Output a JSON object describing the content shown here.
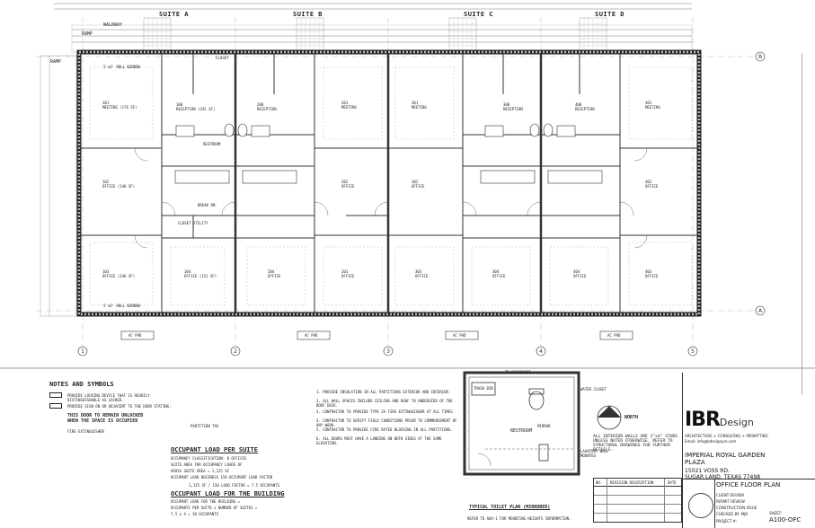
{
  "suites": [
    "SUITE A",
    "SUITE B",
    "SUITE C",
    "SUITE D"
  ],
  "top_labels": {
    "ramp": "RAMP",
    "walkway": "WALKWAY",
    "ramp_left": "RAMP"
  },
  "grid_cols": [
    "1",
    "2",
    "3",
    "4",
    "5"
  ],
  "grid_rows": [
    "B",
    "A"
  ],
  "rooms": [
    {
      "num": "101",
      "name": "MEETING (176 SF)"
    },
    {
      "num": "100",
      "name": "RECEPTION (241 SF)"
    },
    {
      "num": "200",
      "name": "RECEPTION"
    },
    {
      "num": "201",
      "name": "MEETING"
    },
    {
      "num": "301",
      "name": "MEETING"
    },
    {
      "num": "300",
      "name": "RECEPTION"
    },
    {
      "num": "400",
      "name": "RECEPTION"
    },
    {
      "num": "401",
      "name": "MEETING"
    },
    {
      "num": "102",
      "name": "OFFICE (140 SF)"
    },
    {
      "num": "202",
      "name": "OFFICE"
    },
    {
      "num": "302",
      "name": "OFFICE"
    },
    {
      "num": "402",
      "name": "OFFICE"
    },
    {
      "num": "103",
      "name": "OFFICE (146 SF)"
    },
    {
      "num": "104",
      "name": "OFFICE (151 SF)"
    },
    {
      "num": "204",
      "name": "OFFICE"
    },
    {
      "num": "203",
      "name": "OFFICE"
    },
    {
      "num": "303",
      "name": "OFFICE"
    },
    {
      "num": "304",
      "name": "OFFICE"
    },
    {
      "num": "404",
      "name": "OFFICE"
    },
    {
      "num": "403",
      "name": "OFFICE"
    }
  ],
  "misc_labels": {
    "closet": "CLOSET",
    "restroom": "RESTROOM",
    "break_rm": "BREAK RM.",
    "closet_utility": "CLOSET UTILITY",
    "ac_pad": "AC PAD",
    "window": "5'x6' ROLL WINDOW"
  },
  "notes": {
    "title": "NOTES AND SYMBOLS",
    "items": [
      "PROVIDE LOCKING DEVICE THAT IS READILY DISTINGUISHABLE AS LOCKED.",
      "PROVIDE SIGN ON OR ADJACENT TO THE DOOR STATING:",
      "THIS DOOR TO REMAIN UNLOCKED WHEN THE SPACE IS OCCUPIED",
      "FIRE EXTINGUISHER",
      "PARTITION TAG"
    ]
  },
  "occupant_suite": {
    "title": "OCCUPANT LOAD PER SUITE",
    "lines": [
      "OCCUPANCY CLASSIFICATION: B OFFICES",
      "SUITE AREA FOR OCCUPANCY LOADS OF",
      "GROSS SUITE AREA = 1,125 SF",
      "OCCUPANT LOAD BUSINESS 150 OCCUPANT LOAD FACTOR",
      "1,125 SF / 150 LOAD FACTOR = 7.5 OCCUPANTS"
    ]
  },
  "occupant_building": {
    "title": "OCCUPANT LOAD FOR THE BUILDING",
    "lines": [
      "OCCUPANT LOAD FOR THE BUILDING =",
      "OCCUPANTS PER SUITE x NUMBER OF SUITES =",
      "7.5 x 4 = 30 OCCUPANTS"
    ]
  },
  "general_notes": [
    "1. PROVIDE INSULATION IN ALL PARTITIONS EXTERIOR AND INTERIOR.",
    "2. ALL WALL SPACES INCLUDE CEILING AND ROOF TO UNDERSIDE OF THE ROOF DECK.",
    "3. CONTRACTOR TO PROVIDE TYPE 2A FIRE EXTINGUISHER AT ALL TIMES.",
    "4. CONTRACTOR TO VERIFY FIELD CONDITIONS PRIOR TO COMMENCEMENT OF ANY WORK.",
    "5. CONTRACTOR TO PROVIDE FIRE RATED BLOCKING IN ALL PARTITIONS.",
    "6. ALL DOORS MUST HAVE A LANDING ON BOTH SIDES AT THE SAME ELEVATION."
  ],
  "toilet_plan": {
    "title": "TYPICAL TOILET PLAN (MIRRORED)",
    "subtitle": "REFER TO ADA-1 FOR MOUNTING HEIGHTS INFORMATION.",
    "room": "RESTROOM",
    "labels": [
      "TP DISPENSER",
      "TRASH BIN",
      "MIRROR",
      "WATER CLOSET",
      "LAVATORY WALL MOUNTED"
    ]
  },
  "north_label": "NORTH",
  "wall_note": "ALL INTERIOR WALLS ARE 2\"x4\" STUDS UNLESS NOTED OTHERWISE. REFER TO STRUCTURAL DRAWINGS FOR FURTHER DETAILS.",
  "title_block": {
    "logo": "Design",
    "logo_sub": "ARCHITECTURE + CONSULTING + PERMITTING",
    "email": "Email: info@bdesignpro.com",
    "project": "IMPERIAL ROYAL GARDEN PLAZA",
    "address1": "15021 VOSS RD.",
    "address2": "SUGAR LAND, TEXAS 77498",
    "sheet_title": "OFFICE FLOOR PLAN",
    "revision_header": [
      "NO.",
      "REVISION DESCRIPTION",
      "DATE"
    ],
    "statuses": [
      "CLIENT REVIEW",
      "PERMIT REVIEW",
      "CONSTRUCTION ISSUE"
    ],
    "checked_by_label": "CHECKED BY:",
    "checked_by": "MJB",
    "sheet_label": "SHEET:",
    "sheet_no": "A100-OFC",
    "project_label": "PROJECT #:"
  }
}
